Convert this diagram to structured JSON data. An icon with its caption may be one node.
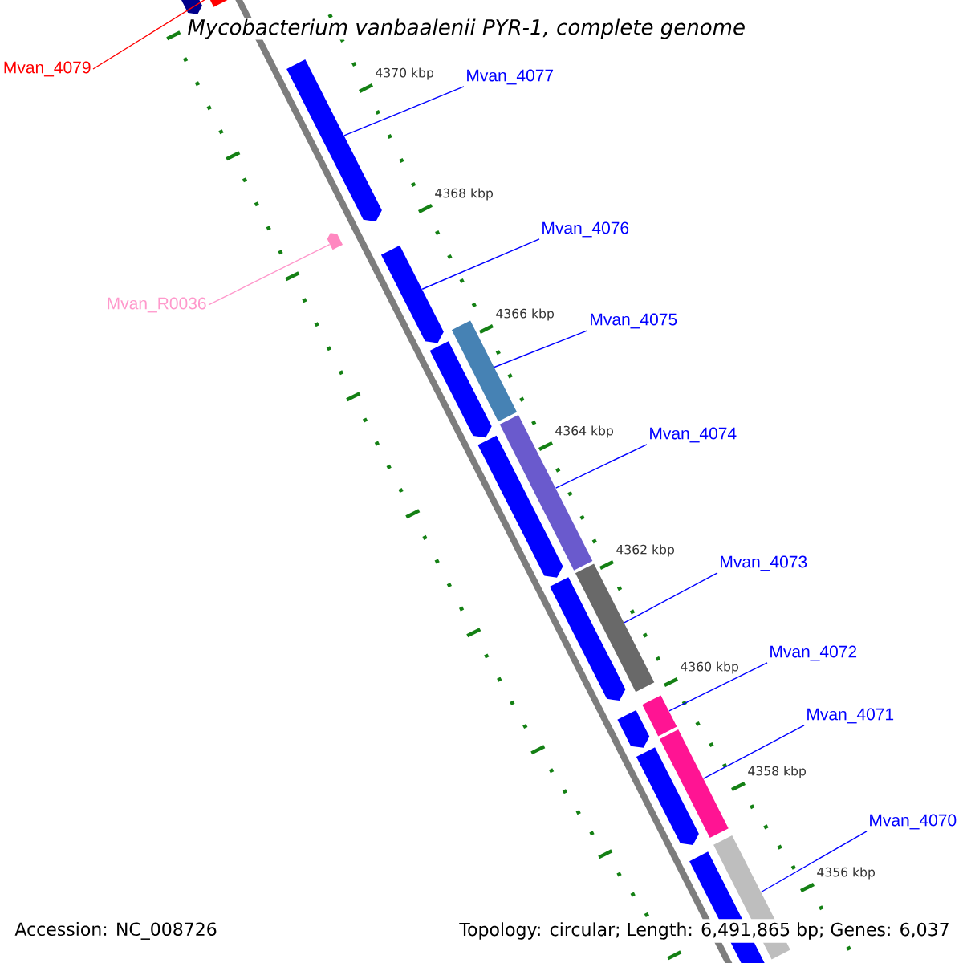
{
  "diagram": {
    "title": "Mycobacterium vanbaalenii PYR-1, complete genome",
    "nodes": [
      {
        "text": [
          "Mvan_4079"
        ]
      },
      {
        "text": [],
        "shape": "bar"
      },
      {
        "text": [
          "Mvan_4077"
        ]
      },
      {
        "text": [],
        "shape": "bar"
      },
      {
        "text": [
          "Mvan_4076"
        ]
      },
      {
        "text": [],
        "shape": "bar"
      },
      {
        "text": [
          "Mvan_R0036"
        ]
      },
      {
        "text": [],
        "shape": "bar"
      },
      {
        "text": [
          "Mvan_4075"
        ]
      },
      {
        "text": [],
        "shape": "bar"
      },
      {
        "text": [
          "Mvan_4074"
        ]
      },
      {
        "text": [],
        "shape": "bar"
      },
      {
        "text": [
          "Mvan_4073"
        ]
      },
      {
        "text": [],
        "shape": "bar"
      },
      {
        "text": [
          "Mvan_4072"
        ]
      },
      {
        "text": [],
        "shape": "bar"
      },
      {
        "text": [
          "Mvan_4071"
        ]
      },
      {
        "text": [],
        "shape": "bar"
      },
      {
        "text": [
          "Mvan_4070"
        ]
      },
      {
        "text": [],
        "shape": "bar"
      },
      {
        "text": [],
        "shape": "bar"
      },
      {
        "text": [],
        "shape": "bar"
      },
      {
        "text": [],
        "shape": "bar"
      },
      {
        "text": [],
        "shape": "bar"
      },
      {
        "text": [],
        "shape": "bar"
      },
      {
        "text": [],
        "shape": "bar"
      },
      {
        "text": [],
        "shape": "bar"
      }
    ],
    "edges": [
      {
        "from": 0,
        "to": 1,
        "arrow": "none",
        "color": "#ff0000"
      },
      {
        "from": 2,
        "to": 3,
        "arrow": "none"
      },
      {
        "from": 4,
        "to": 5,
        "arrow": "none"
      },
      {
        "from": 6,
        "to": 7,
        "arrow": "none",
        "color": "#ff99cc"
      },
      {
        "from": 8,
        "to": 9,
        "arrow": "none"
      },
      {
        "from": 10,
        "to": 11,
        "arrow": "none"
      },
      {
        "from": 12,
        "to": 13,
        "arrow": "none"
      },
      {
        "from": 14,
        "to": 15,
        "arrow": "none"
      },
      {
        "from": 16,
        "to": 17,
        "arrow": "none"
      },
      {
        "from": 18,
        "to": 19,
        "arrow": "none"
      }
    ],
    "labels": [
      "4370 kbp",
      "4368 kbp",
      "4366 kbp",
      "4364 kbp",
      "4362 kbp",
      "4360 kbp",
      "4358 kbp",
      "4356 kbp",
      "Accession: NC_008726",
      "Topology: circular; Length: 6,491,865 bp; Genes: 6,037"
    ]
  }
}
